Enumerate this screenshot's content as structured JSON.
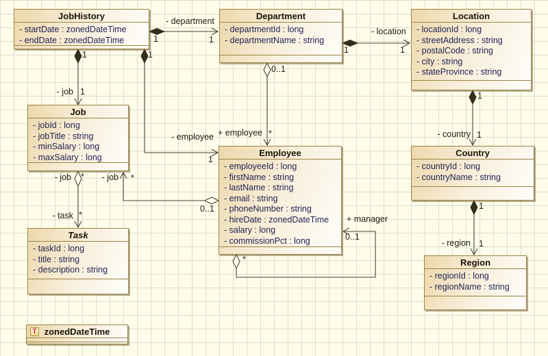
{
  "diagram": {
    "classes": [
      {
        "name": "JobHistory",
        "attributes": [
          "- startDate : zonedDateTime",
          "- endDate : zonedDateTime"
        ]
      },
      {
        "name": "Department",
        "attributes": [
          "- departmentId : long",
          "- departmentName : string"
        ]
      },
      {
        "name": "Location",
        "attributes": [
          "- locationId : long",
          "- streetAddress : string",
          "- postalCode : string",
          "- city : string",
          "- stateProvince : string"
        ]
      },
      {
        "name": "Job",
        "attributes": [
          "- jobId : long",
          "- jobTitle : string",
          "- minSalary : long",
          "- maxSalary : long"
        ]
      },
      {
        "name": "Employee",
        "attributes": [
          "- employeeId : long",
          "- firstName : string",
          "- lastName : string",
          "- email : string",
          "- phoneNumber : string",
          "- hireDate : zonedDateTime",
          "- salary : long",
          "- commissionPct : long"
        ]
      },
      {
        "name": "Country",
        "attributes": [
          "- countryId : long",
          "- countryName : string"
        ]
      },
      {
        "name": "Task",
        "attributes": [
          "- taskId : long",
          "- title : string",
          "- description : string"
        ]
      },
      {
        "name": "Region",
        "attributes": [
          "- regionId : long",
          "- regionName : string"
        ]
      }
    ],
    "datatype": {
      "icon_letter": "T",
      "name": "zonedDateTime"
    },
    "relations": [
      {
        "label": "- department",
        "source_mult": "1",
        "target_mult": "1"
      },
      {
        "label": "- location",
        "source_mult": "1",
        "target_mult": "1"
      },
      {
        "label": "- job",
        "source_mult": "1",
        "target_mult": "1"
      },
      {
        "label": "- employee",
        "source_mult": "1",
        "target_mult": "1"
      },
      {
        "label": "+ employee",
        "source_mult": "0..1",
        "target_mult": "*"
      },
      {
        "label": "- country",
        "source_mult": "1",
        "target_mult": "1"
      },
      {
        "label": "- region",
        "source_mult": "1",
        "target_mult": "1"
      },
      {
        "source_label": "- job",
        "source_mult": "*",
        "target_label": "- task",
        "target_mult": "*"
      },
      {
        "label": "- job",
        "source_mult": "0..1",
        "target_mult": "*"
      },
      {
        "label": "+ manager",
        "source_mult": "*",
        "target_mult": "0..1"
      }
    ],
    "colors": {
      "accent_border": "#9c8343",
      "connector": "#4b4332",
      "attribute_text": "#232355",
      "datatype_letter": "#cc2222"
    }
  }
}
